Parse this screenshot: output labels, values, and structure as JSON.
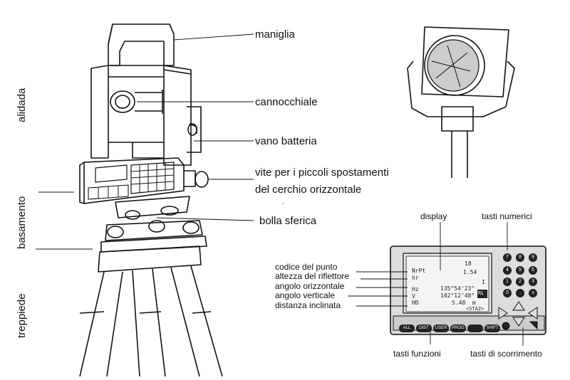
{
  "side_labels": {
    "alidada": "alidada",
    "basamento": "basamento",
    "treppiede": "treppiede"
  },
  "callouts": {
    "maniglia": "maniglia",
    "cannocchiale": "cannocchiale",
    "vano_batteria": "vano batteria",
    "vite_line1": "vite per i piccoli spostamenti",
    "vite_line2": "del cerchio orizzontale",
    "bolla": "bolla sferica"
  },
  "panel_labels": {
    "display": "display",
    "tasti_numerici": "tasti numerici",
    "codice": "codice del punto",
    "altezza": "altezza del riflettore",
    "angolo_orizzontale": "angolo orizzontale",
    "angolo_verticale": "angolo verticale",
    "distanza": "distanza inclinata",
    "tasti_funzioni": "tasti funzioni",
    "tasti_scorrimento": "tasti di scorrimento"
  },
  "lcd": {
    "row1_label": "NrPt",
    "row1_value": "18",
    "row2_label": "hr",
    "row2_value": "1.54",
    "row3_label": "Hz",
    "row3_value": "135°54'23\"",
    "row4_label": "V",
    "row4_value": "102°12'48\"",
    "row5_label": "HD",
    "row5_value": "5.48  m",
    "side_mark": "I",
    "mode_badge": "RL",
    "status": "<STA2>"
  },
  "function_keys": [
    "ALL",
    "DIST",
    "USER",
    "PROG",
    "",
    "SHIFT"
  ],
  "numeric_keys": [
    "7",
    "8",
    "9",
    "4",
    "5",
    "6",
    "1",
    "2",
    "3",
    "0",
    ".",
    "±"
  ],
  "small_dot": "'"
}
